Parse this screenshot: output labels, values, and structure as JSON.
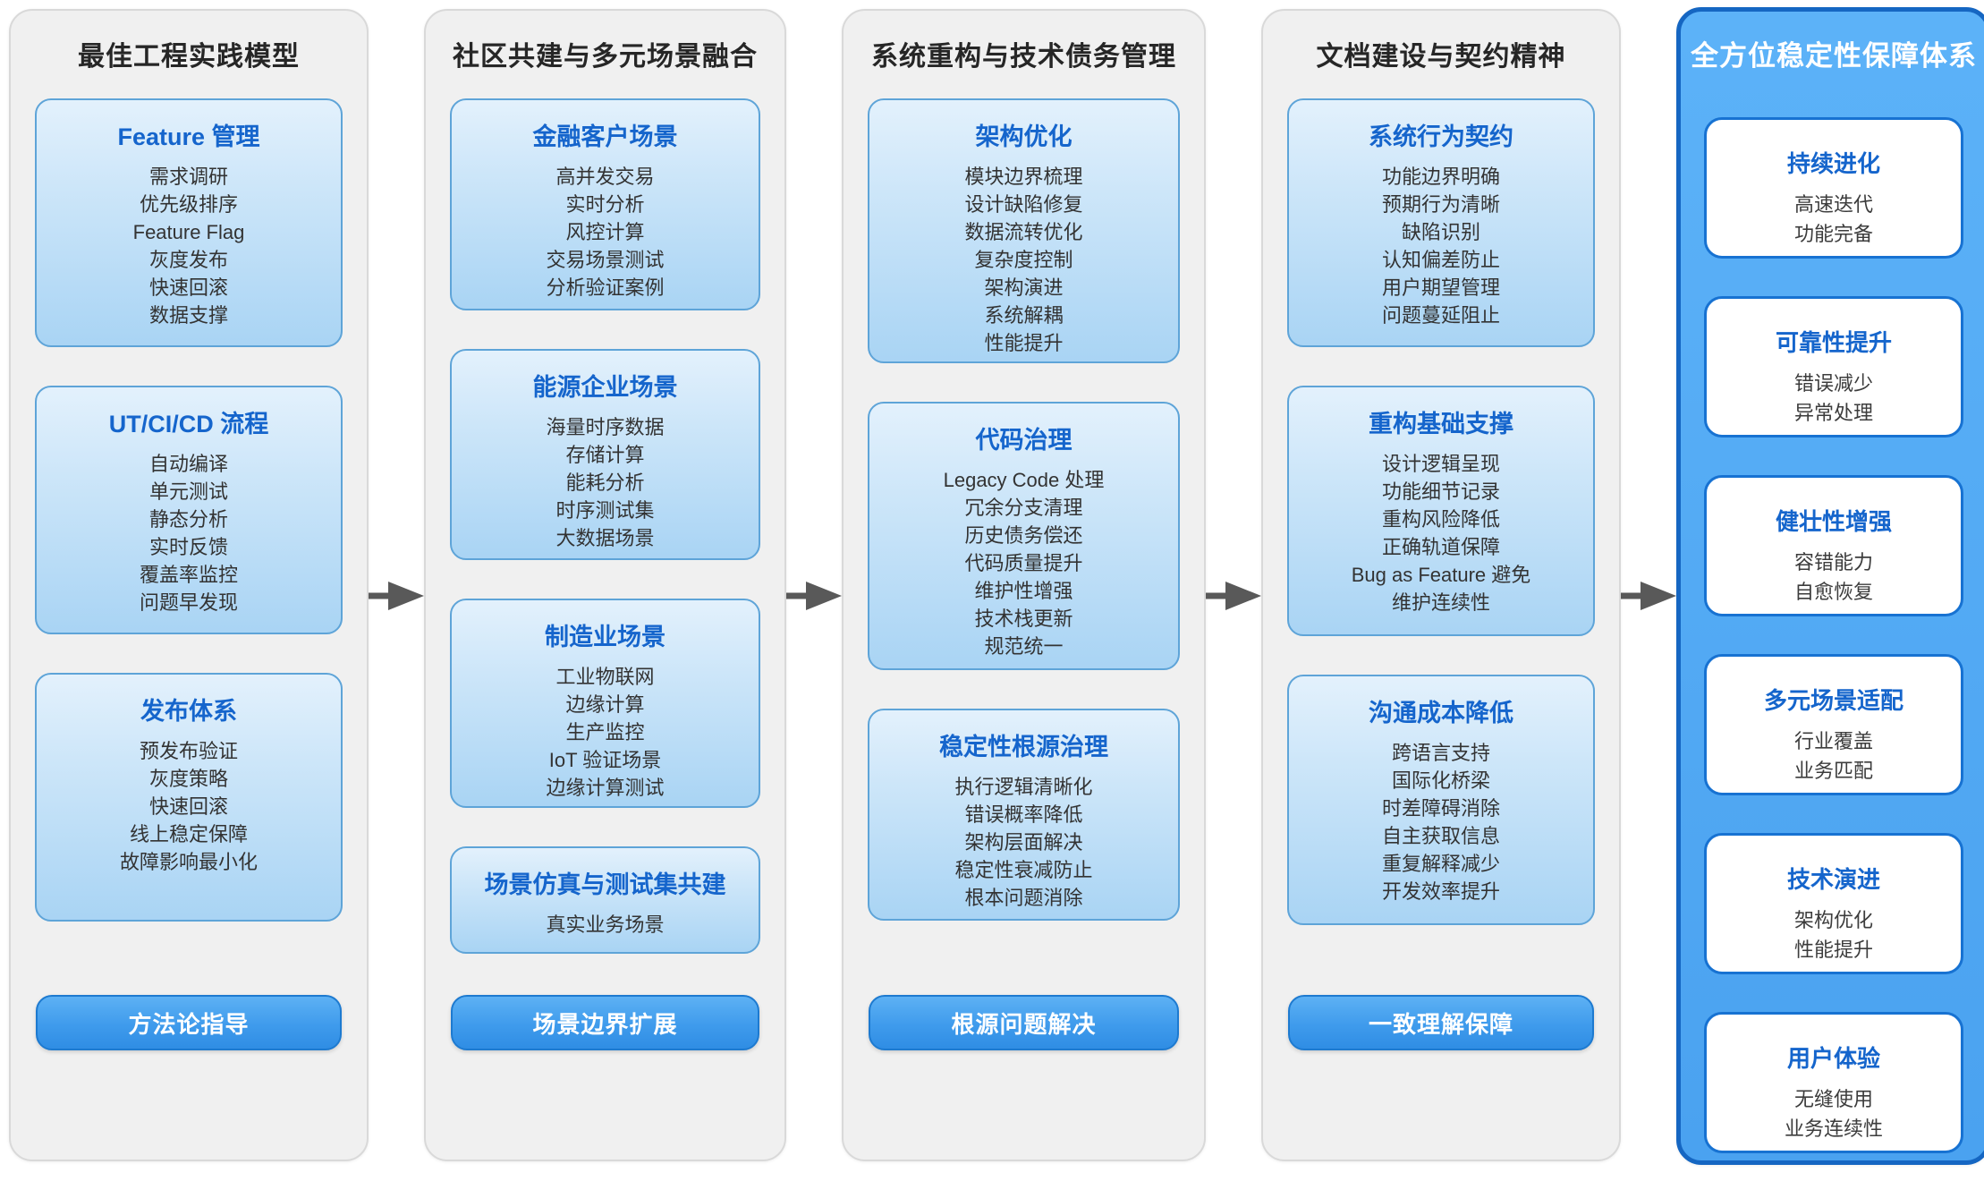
{
  "diagram_title": "stability-assurance-flow",
  "colors": {
    "accent_blue": "#1565cc",
    "card_border": "#5ea4d8",
    "card_gradient_top": "#e3f1fc",
    "card_gradient_bottom": "#a9d4f4",
    "panel_gray": "#f0f0f0",
    "panel_blue": "#4fa7f2",
    "panel_blue_border": "#1566c2",
    "button_gradient_top": "#5db1f4",
    "button_gradient_bottom": "#2f8de4",
    "arrow_gray": "#595959",
    "title_dark": "#262626"
  },
  "columns": [
    {
      "title": "最佳工程实践模型",
      "cards": [
        {
          "title": "Feature 管理",
          "items": [
            "需求调研",
            "优先级排序",
            "Feature Flag",
            "灰度发布",
            "快速回滚",
            "数据支撑"
          ]
        },
        {
          "title": "UT/CI/CD 流程",
          "items": [
            "自动编译",
            "单元测试",
            "静态分析",
            "实时反馈",
            "覆盖率监控",
            "问题早发现"
          ]
        },
        {
          "title": "发布体系",
          "items": [
            "预发布验证",
            "灰度策略",
            "快速回滚",
            "线上稳定保障",
            "故障影响最小化"
          ]
        }
      ],
      "button": "方法论指导"
    },
    {
      "title": "社区共建与多元场景融合",
      "cards": [
        {
          "title": "金融客户场景",
          "items": [
            "高并发交易",
            "实时分析",
            "风控计算",
            "交易场景测试",
            "分析验证案例"
          ]
        },
        {
          "title": "能源企业场景",
          "items": [
            "海量时序数据",
            "存储计算",
            "能耗分析",
            "时序测试集",
            "大数据场景"
          ]
        },
        {
          "title": "制造业场景",
          "items": [
            "工业物联网",
            "边缘计算",
            "生产监控",
            "IoT 验证场景",
            "边缘计算测试"
          ]
        },
        {
          "title": "场景仿真与测试集共建",
          "items": [
            "真实业务场景"
          ]
        }
      ],
      "button": "场景边界扩展"
    },
    {
      "title": "系统重构与技术债务管理",
      "cards": [
        {
          "title": "架构优化",
          "items": [
            "模块边界梳理",
            "设计缺陷修复",
            "数据流转优化",
            "复杂度控制",
            "架构演进",
            "系统解耦",
            "性能提升"
          ]
        },
        {
          "title": "代码治理",
          "items": [
            "Legacy Code 处理",
            "冗余分支清理",
            "历史债务偿还",
            "代码质量提升",
            "维护性增强",
            "技术栈更新",
            "规范统一"
          ]
        },
        {
          "title": "稳定性根源治理",
          "items": [
            "执行逻辑清晰化",
            "错误概率降低",
            "架构层面解决",
            "稳定性衰减防止",
            "根本问题消除"
          ]
        }
      ],
      "button": "根源问题解决"
    },
    {
      "title": "文档建设与契约精神",
      "cards": [
        {
          "title": "系统行为契约",
          "items": [
            "功能边界明确",
            "预期行为清晰",
            "缺陷识别",
            "认知偏差防止",
            "用户期望管理",
            "问题蔓延阻止"
          ]
        },
        {
          "title": "重构基础支撑",
          "items": [
            "设计逻辑呈现",
            "功能细节记录",
            "重构风险降低",
            "正确轨道保障",
            "Bug as Feature 避免",
            "维护连续性"
          ]
        },
        {
          "title": "沟通成本降低",
          "items": [
            "跨语言支持",
            "国际化桥梁",
            "时差障碍消除",
            "自主获取信息",
            "重复解释减少",
            "开发效率提升"
          ]
        }
      ],
      "button": "一致理解保障"
    },
    {
      "title": "全方位稳定性保障体系",
      "cards": [
        {
          "title": "持续进化",
          "items": [
            "高速迭代",
            "功能完备"
          ]
        },
        {
          "title": "可靠性提升",
          "items": [
            "错误减少",
            "异常处理"
          ]
        },
        {
          "title": "健壮性增强",
          "items": [
            "容错能力",
            "自愈恢复"
          ]
        },
        {
          "title": "多元场景适配",
          "items": [
            "行业覆盖",
            "业务匹配"
          ]
        },
        {
          "title": "技术演进",
          "items": [
            "架构优化",
            "性能提升"
          ]
        },
        {
          "title": "用户体验",
          "items": [
            "无缝使用",
            "业务连续性"
          ]
        }
      ]
    }
  ]
}
